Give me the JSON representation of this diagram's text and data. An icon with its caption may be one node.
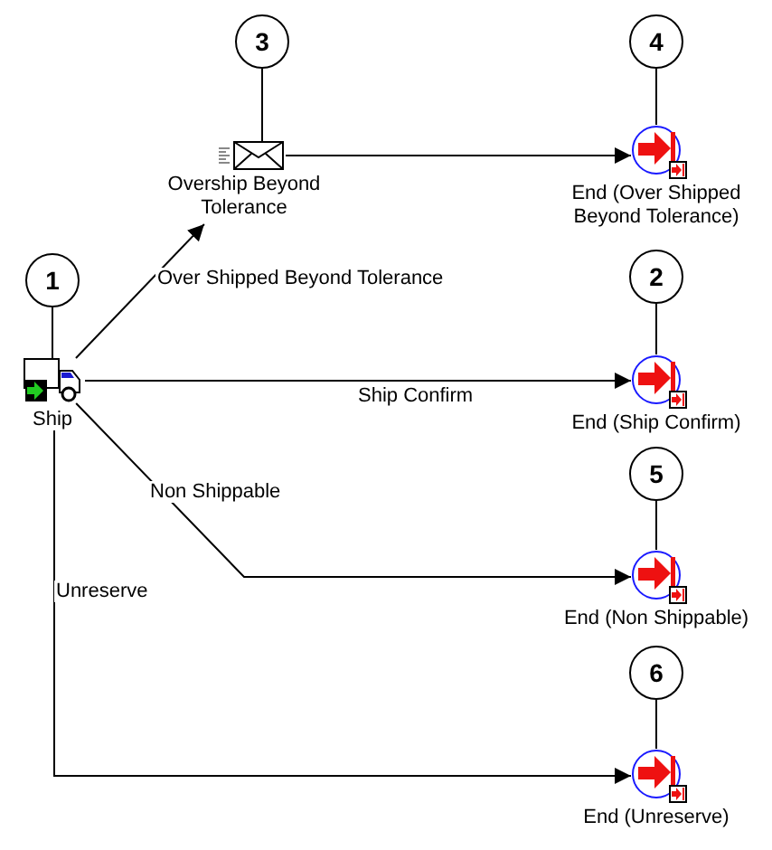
{
  "diagram": {
    "nodes": [
      {
        "text": [
          "3"
        ]
      },
      {
        "text": [
          "4"
        ]
      },
      {
        "text": [
          "Overship Beyond Tolerance"
        ]
      },
      {
        "text": [
          "End (Over Shipped Beyond Tolerance)"
        ]
      },
      {
        "text": [
          "1"
        ]
      },
      {
        "text": [
          "2"
        ]
      },
      {
        "text": [
          "Ship"
        ]
      },
      {
        "text": [
          "End (Ship Confirm)"
        ]
      },
      {
        "text": [
          "5"
        ]
      },
      {
        "text": [
          "End (Non Shippable)"
        ]
      },
      {
        "text": [
          "6"
        ]
      },
      {
        "text": [
          "End (Unreserve)"
        ]
      }
    ],
    "edges": [
      {
        "from": 6,
        "to": 2,
        "arrow": "to",
        "label": "Over Shipped Beyond Tolerance"
      },
      {
        "from": 2,
        "to": 3,
        "arrow": "to"
      },
      {
        "from": 6,
        "to": 7,
        "arrow": "to",
        "label": "Ship Confirm"
      },
      {
        "from": 6,
        "to": 9,
        "arrow": "to",
        "label": "Non Shippable"
      },
      {
        "from": 6,
        "to": 11,
        "arrow": "to",
        "label": "Unreserve"
      },
      {
        "from": 0,
        "to": 2,
        "arrow": "none"
      },
      {
        "from": 1,
        "to": 3,
        "arrow": "none"
      },
      {
        "from": 4,
        "to": 6,
        "arrow": "none"
      },
      {
        "from": 5,
        "to": 7,
        "arrow": "none"
      },
      {
        "from": 8,
        "to": 9,
        "arrow": "none"
      },
      {
        "from": 10,
        "to": 11,
        "arrow": "none"
      }
    ]
  }
}
